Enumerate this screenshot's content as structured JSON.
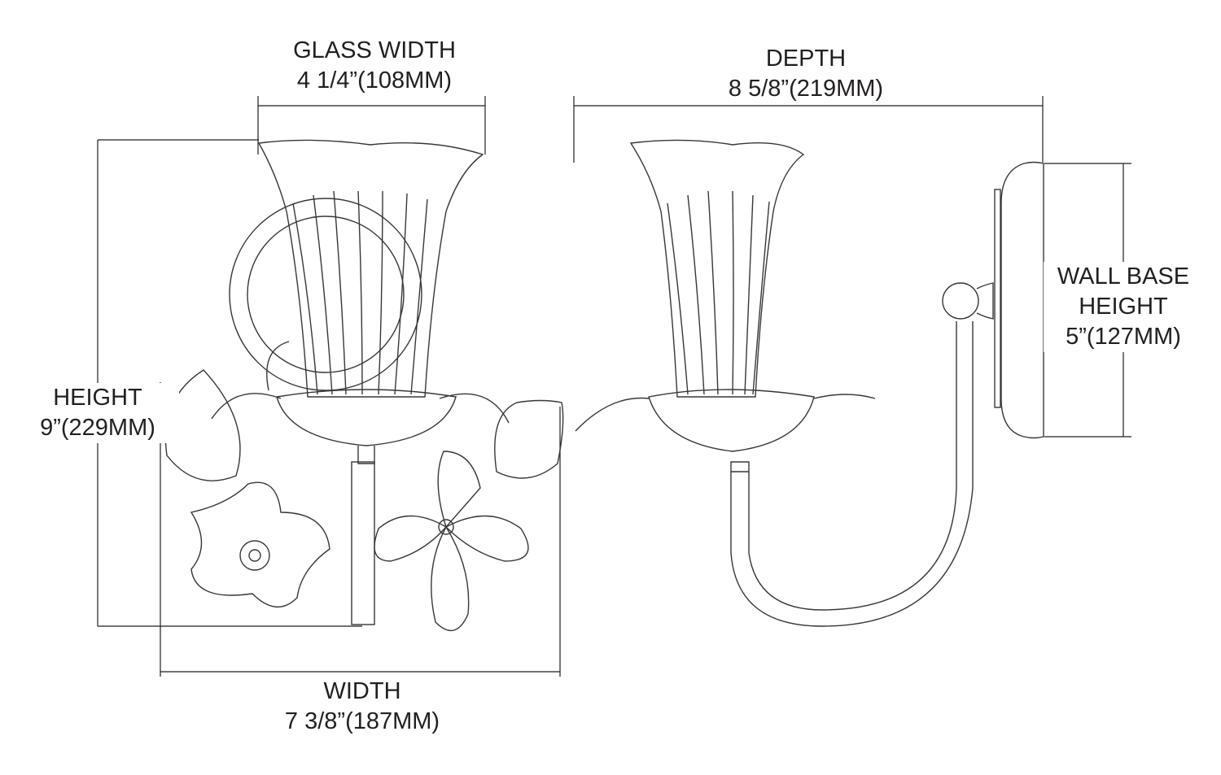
{
  "dimensions": {
    "glass_width": {
      "label": "GLASS WIDTH",
      "value": "4 1/4”(108MM)"
    },
    "depth": {
      "label": "DEPTH",
      "value": "8 5/8”(219MM)"
    },
    "height": {
      "label": "HEIGHT",
      "value": "9”(229MM)"
    },
    "width": {
      "label": "WIDTH",
      "value": "7 3/8”(187MM)"
    },
    "wall_base_height": {
      "label_line1": "WALL BASE",
      "label_line2": "HEIGHT",
      "value": "5”(127MM)"
    }
  }
}
